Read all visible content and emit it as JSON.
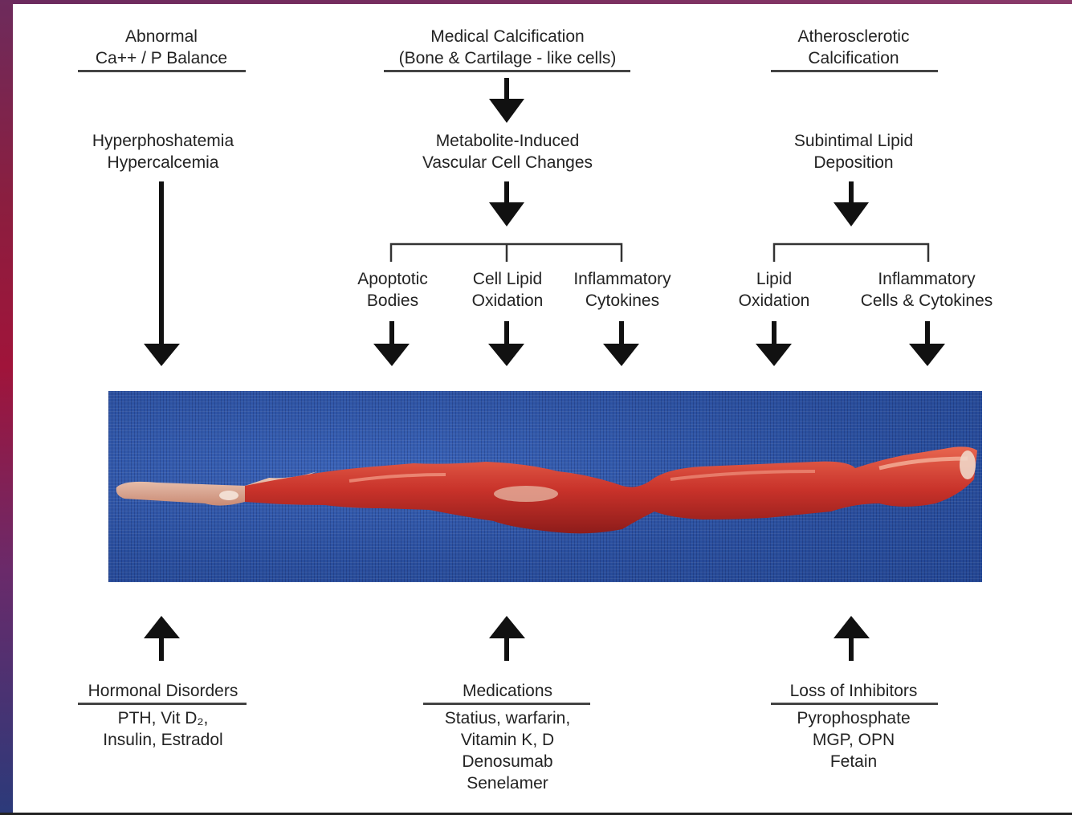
{
  "columns": {
    "left": {
      "header": [
        "Abnormal",
        "Ca++ / P Balance"
      ],
      "cause": [
        "Hyperphoshatemia",
        "Hypercalcemia"
      ]
    },
    "middle": {
      "header": [
        "Medical Calcification",
        "(Bone & Cartilage - like cells)"
      ],
      "cause": [
        "Metabolite-Induced",
        "Vascular Cell Changes"
      ],
      "branches": [
        [
          "Apoptotic",
          "Bodies"
        ],
        [
          "Cell Lipid",
          "Oxidation"
        ],
        [
          "Inflammatory",
          "Cytokines"
        ]
      ]
    },
    "right": {
      "header": [
        "Atherosclerotic",
        "Calcification"
      ],
      "cause": [
        "Subintimal Lipid",
        "Deposition"
      ],
      "branches": [
        [
          "Lipid",
          "Oxidation"
        ],
        [
          "Inflammatory",
          "Cells & Cytokines"
        ]
      ]
    }
  },
  "bottom": {
    "left": {
      "title": "Hormonal Disorders",
      "items": [
        "PTH, Vit D₂,",
        "Insulin, Estradol"
      ]
    },
    "middle": {
      "title": "Medications",
      "items": [
        "Statius, warfarin,",
        "Vitamin K, D",
        "Denosumab",
        "Senelamer"
      ]
    },
    "right": {
      "title": "Loss of Inhibitors",
      "items": [
        "Pyrophosphate",
        "MGP, OPN",
        "Fetain"
      ]
    }
  },
  "image": {
    "description_icon": "calcified-artery-specimen-photo"
  },
  "colors": {
    "arrow": "#111111",
    "rule": "#444444",
    "specimen_bg": "#2f56a8",
    "tissue": "#c8322a"
  }
}
